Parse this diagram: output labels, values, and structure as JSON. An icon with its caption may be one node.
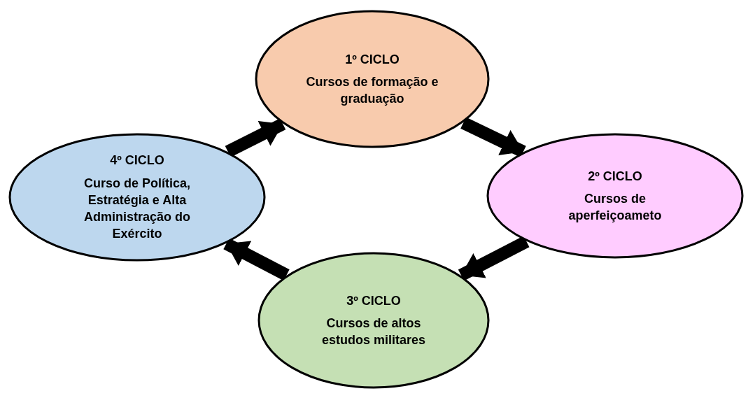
{
  "diagram": {
    "nodes": [
      {
        "text": [
          "1º CICLO",
          "Cursos de formação e graduação"
        ]
      },
      {
        "text": [
          "2º CICLO",
          "Cursos de aperfeiçoameto"
        ]
      },
      {
        "text": [
          "3º CICLO",
          "Cursos de altos estudos militares"
        ]
      },
      {
        "text": [
          "4º CICLO",
          "Curso de Política, Estratégia e Alta Administração do Exército"
        ]
      }
    ],
    "edges": [
      {
        "from": 0,
        "to": 1,
        "arrow": "to"
      },
      {
        "from": 1,
        "to": 2,
        "arrow": "to"
      },
      {
        "from": 2,
        "to": 3,
        "arrow": "to"
      },
      {
        "from": 3,
        "to": 0,
        "arrow": "to"
      }
    ]
  }
}
